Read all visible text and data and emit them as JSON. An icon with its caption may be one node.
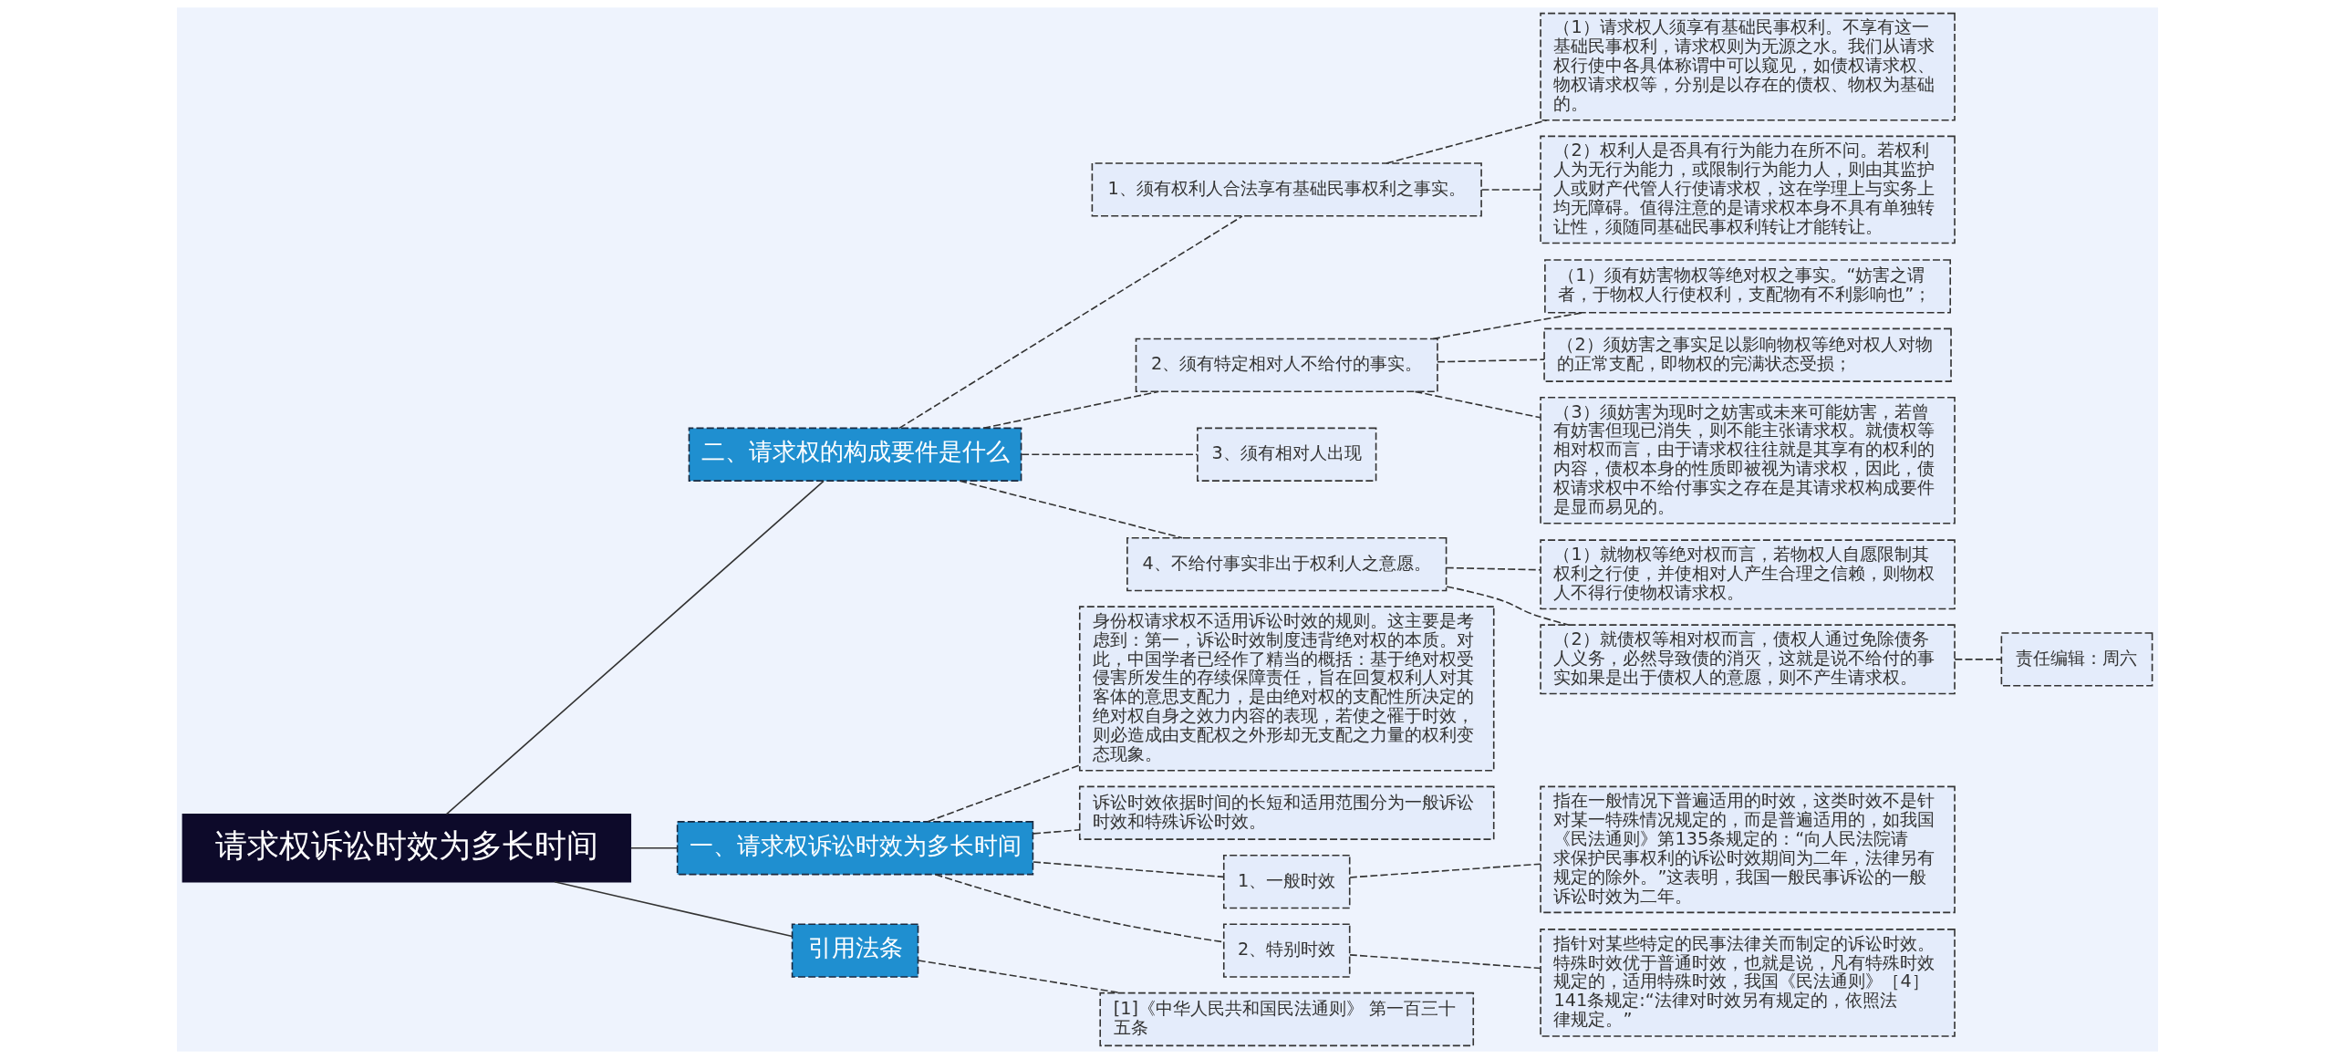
{
  "diagram": {
    "nodes": [
      {
        "text": [
          "请求权诉讼时效为多长时间"
        ]
      },
      {
        "text": [
          "二、请求权的构成要件是什么"
        ]
      },
      {
        "text": [
          "1、须有权利人合法享有基础民事权利之事实。"
        ]
      },
      {
        "text": [
          "（1）请求权人须享有基础民事权利。不享有这一基础民事权利，请求权则为无源之水。我们从请求权行使中各具体称谓中可以窥见，如债权请求权、物权请求权等，分别是以存在的债权、物权为基础的。"
        ]
      },
      {
        "text": [
          "（2）权利人是否具有行为能力在所不问。若权利人为无行为能力，或限制行为能力人，则由其监护人或财产代管人行使请求权，这在学理上与实务上均无障碍。值得注意的是请求权本身不具有单独转让性，须随同基础民事权利转让才能转让。"
        ]
      },
      {
        "text": [
          "2、须有特定相对人不给付的事实。"
        ]
      },
      {
        "text": [
          "（1）须有妨害物权等绝对权之事实。“妨害之谓者，于物权人行使权利，支配物有不利影响也”；"
        ]
      },
      {
        "text": [
          "（2）须妨害之事实足以影响物权等绝对权人对物的正常支配，即物权的完满状态受损；"
        ]
      },
      {
        "text": [
          "（3）须妨害为现时之妨害或未来可能妨害，若曾有妨害但现已消失，则不能主张请求权。就债权等相对权而言，由于请求权往往就是其享有的权利的内容，债权本身的性质即被视为请求权，因此，债权请求权中不给付事实之存在是其请求权构成要件是显而易见的。"
        ]
      },
      {
        "text": [
          "3、须有相对人出现"
        ]
      },
      {
        "text": [
          "4、不给付事实非出于权利人之意愿。"
        ]
      },
      {
        "text": [
          "（1）就物权等绝对权而言，若物权人自愿限制其权利之行使，并使相对人产生合理之信赖，则物权人不得行使物权请求权。"
        ]
      },
      {
        "text": [
          "（2）就债权等相对权而言，债权人通过免除债务人义务，必然导致债的消灭，这就是说不给付的事实如果是出于债权人的意愿，则不产生请求权。"
        ]
      },
      {
        "text": [
          "责任编辑：周六"
        ]
      },
      {
        "text": [
          "一、请求权诉讼时效为多长时间"
        ]
      },
      {
        "text": [
          "身份权请求权不适用诉讼时效的规则。这主要是考虑到：第一，诉讼时效制度违背绝对权的本质。对此，中国学者已经作了精当的概括：基于绝对权受侵害所发生的存续保障责任，旨在回复权利人对其客体的意思支配力，是由绝对权的支配性所决定的绝对权自身之效力内容的表现，若使之罹于时效，则必造成由支配权之外形却无支配之力量的权利变态现象。"
        ]
      },
      {
        "text": [
          "诉讼时效依据时间的长短和适用范围分为一般诉讼时效和特殊诉讼时效。"
        ]
      },
      {
        "text": [
          "1、一般时效"
        ]
      },
      {
        "text": [
          "指在一般情况下普遍适用的时效，这类时效不是针对某一特殊情况规定的，而是普遍适用的，如我国《民法通则》第135条规定的：“向人民法院请求保护民事权利的诉讼时效期间为二年，法律另有规定的除外。”这表明，我国一般民事诉讼的一般诉讼时效为二年。"
        ]
      },
      {
        "text": [
          "2、特别时效"
        ]
      },
      {
        "text": [
          "指针对某些特定的民事法律关而制定的诉讼时效。特殊时效优于普通时效，也就是说，凡有特殊时效规定的，适用特殊时效，我国《民法通则》［4］141条规定:“法律对时效另有规定的，依照法律规定。”"
        ]
      },
      {
        "text": [
          "引用法条"
        ]
      },
      {
        "text": [
          "[1]《中华人民共和国民法通则》 第一百三十五条"
        ]
      }
    ],
    "edges": [
      {
        "from": 0,
        "to": 1,
        "arrow": "none"
      },
      {
        "from": 1,
        "to": 2,
        "arrow": "none",
        "style": "dashed"
      },
      {
        "from": 2,
        "to": 3,
        "arrow": "none",
        "style": "dashed"
      },
      {
        "from": 2,
        "to": 4,
        "arrow": "none",
        "style": "dashed"
      },
      {
        "from": 1,
        "to": 5,
        "arrow": "none",
        "style": "dashed"
      },
      {
        "from": 5,
        "to": 6,
        "arrow": "none",
        "style": "dashed"
      },
      {
        "from": 5,
        "to": 7,
        "arrow": "none",
        "style": "dashed"
      },
      {
        "from": 5,
        "to": 8,
        "arrow": "none",
        "style": "dashed"
      },
      {
        "from": 1,
        "to": 9,
        "arrow": "none",
        "style": "dashed"
      },
      {
        "from": 1,
        "to": 10,
        "arrow": "none",
        "style": "dashed"
      },
      {
        "from": 10,
        "to": 11,
        "arrow": "none",
        "style": "dashed"
      },
      {
        "from": 10,
        "to": 12,
        "arrow": "none",
        "style": "dashed"
      },
      {
        "from": 12,
        "to": 13,
        "arrow": "none",
        "style": "dashed"
      },
      {
        "from": 0,
        "to": 14,
        "arrow": "none"
      },
      {
        "from": 14,
        "to": 15,
        "arrow": "none",
        "style": "dashed"
      },
      {
        "from": 14,
        "to": 16,
        "arrow": "none",
        "style": "dashed"
      },
      {
        "from": 14,
        "to": 17,
        "arrow": "none",
        "style": "dashed"
      },
      {
        "from": 17,
        "to": 18,
        "arrow": "none",
        "style": "dashed"
      },
      {
        "from": 14,
        "to": 19,
        "arrow": "none",
        "style": "dashed"
      },
      {
        "from": 19,
        "to": 20,
        "arrow": "none",
        "style": "dashed"
      },
      {
        "from": 0,
        "to": 21,
        "arrow": "none"
      },
      {
        "from": 21,
        "to": 22,
        "arrow": "none",
        "style": "dashed"
      }
    ]
  }
}
